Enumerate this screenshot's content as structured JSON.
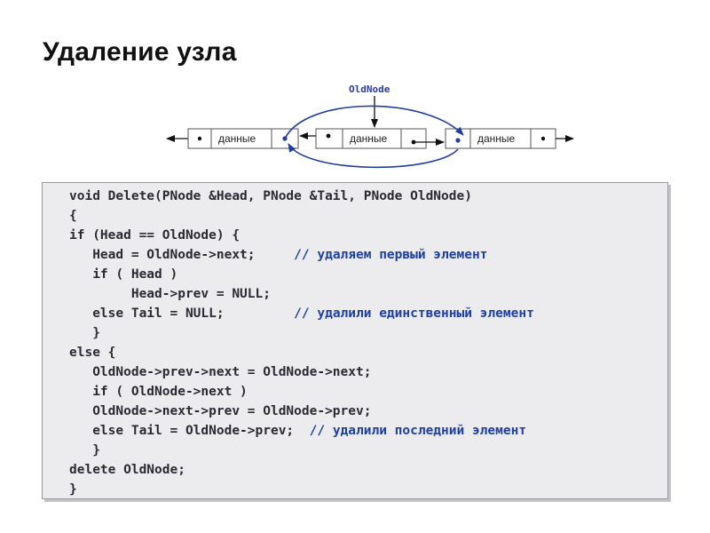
{
  "slide": {
    "title": "Удаление узла"
  },
  "diagram": {
    "pointer_label": "OldNode",
    "nodes": [
      {
        "label": "данные"
      },
      {
        "label": "данные"
      },
      {
        "label": "данные"
      }
    ]
  },
  "code": {
    "lines": [
      {
        "text": "void Delete(PNode &Head, PNode &Tail, PNode OldNode)",
        "comment": ""
      },
      {
        "text": "{",
        "comment": ""
      },
      {
        "text": "if (Head == OldNode) {",
        "comment": ""
      },
      {
        "text": "   Head = OldNode->next;     ",
        "comment": "// удаляем первый элемент"
      },
      {
        "text": "   if ( Head )",
        "comment": ""
      },
      {
        "text": "        Head->prev = NULL;",
        "comment": ""
      },
      {
        "text": "   else Tail = NULL;         ",
        "comment": "// удалили единственный элемент"
      },
      {
        "text": "   }",
        "comment": ""
      },
      {
        "text": "else {",
        "comment": ""
      },
      {
        "text": "   OldNode->prev->next = OldNode->next;",
        "comment": ""
      },
      {
        "text": "   if ( OldNode->next )",
        "comment": ""
      },
      {
        "text": "   OldNode->next->prev = OldNode->prev;",
        "comment": ""
      },
      {
        "text": "   else Tail = OldNode->prev;  ",
        "comment": "// удалили последний элемент"
      },
      {
        "text": "   }",
        "comment": ""
      },
      {
        "text": "delete OldNode;",
        "comment": ""
      },
      {
        "text": "}",
        "comment": ""
      }
    ]
  },
  "colors": {
    "accent": "#1f3fa0",
    "code_text": "#2a2a33",
    "code_bg": "#ececef"
  }
}
